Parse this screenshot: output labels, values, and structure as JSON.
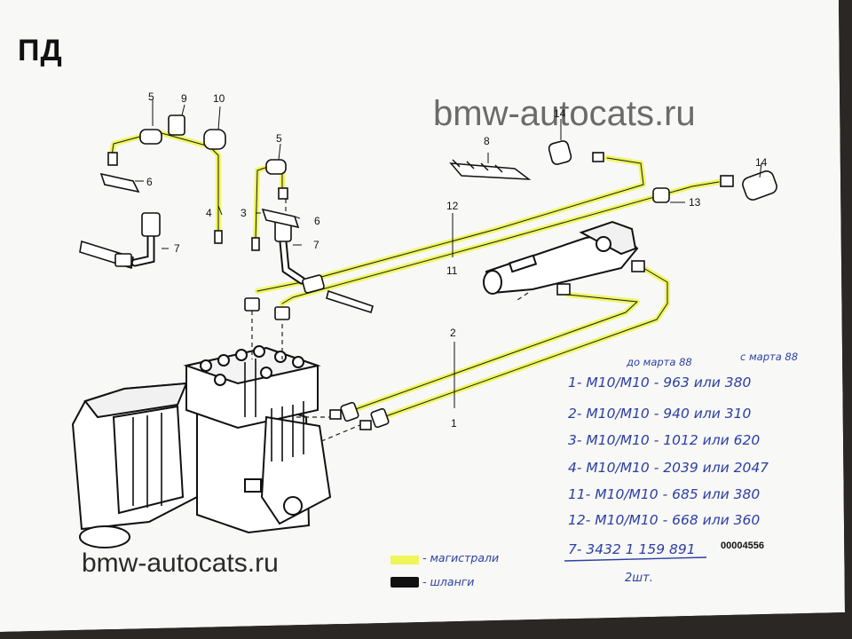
{
  "corner_label": "ПД",
  "watermark_top": "bmw-autocats.ru",
  "watermark_bottom": "bmw-autocats.ru",
  "highlight_color": "#eef65a",
  "ink_color": "#2c3fa3",
  "part_numbers": {
    "p1": "1",
    "p2": "2",
    "p3": "3",
    "p4": "4",
    "p5a": "5",
    "p5b": "5",
    "p6a": "6",
    "p6b": "6",
    "p7a": "7",
    "p7b": "7",
    "p8": "8",
    "p9": "9",
    "p10": "10",
    "p11": "11",
    "p12": "12",
    "p13": "13",
    "p14a": "14",
    "p14b": "14"
  },
  "table": {
    "header_before": "до марта 88",
    "header_after": "с марта 88",
    "rows": [
      {
        "text": "1- М10/М10 - 963  или 380"
      },
      {
        "text": "2- М10/М10 - 940  или 310"
      },
      {
        "text": "3- М10/М10 - 1012  или 620"
      },
      {
        "text": "4- М10/М10 - 2039  или 2047"
      },
      {
        "text": "11- М10/М10 - 685  или 380"
      },
      {
        "text": "12- М10/М10 - 668  или 360"
      },
      {
        "text": "7- 3432 1 159 891"
      }
    ],
    "quantity": "2шт."
  },
  "diagram_code": "00004556",
  "legend": {
    "lines_label": "- магистрали",
    "hoses_label": "- шланги"
  }
}
